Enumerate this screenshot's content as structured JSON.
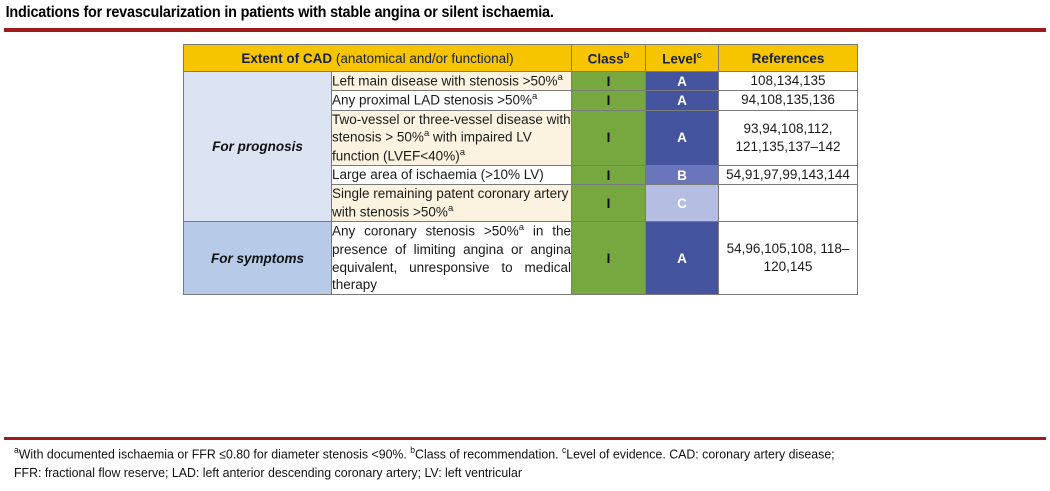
{
  "title": "Indications for revascularization in patients with stable angina or silent ischaemia.",
  "colors": {
    "rule": "#9E1B1B",
    "header_bg": "#F6C500",
    "header_text": "#17204D",
    "group_prognosis_bg": "#DCE3F3",
    "group_symptoms_bg": "#B7CBE8",
    "class_green": "#77A73F",
    "level_a": "#44549F",
    "level_b": "#6A75BC",
    "level_c": "#B6BDE2",
    "row_cream": "#FBF3DF",
    "row_white": "#FFFFFF"
  },
  "table": {
    "headers": {
      "extent_bold": "Extent of CAD",
      "extent_light": " (anatomical and/or functional)",
      "class": "Class",
      "class_sup": "b",
      "level": "Level",
      "level_sup": "c",
      "references": "References"
    },
    "groups": [
      {
        "label": "For prognosis",
        "rowspan": 5
      },
      {
        "label": "For symptoms",
        "rowspan": 1
      }
    ],
    "rows": [
      {
        "group": "For prognosis",
        "desc_parts": [
          {
            "t": "Left main disease with stenosis >50%"
          },
          {
            "t": "a",
            "sup": true
          }
        ],
        "desc_plain": "Left main disease with stenosis >50%a",
        "shade": "cream",
        "justify": true,
        "class": "I",
        "level": "A",
        "references": "108,134,135"
      },
      {
        "group": "For prognosis",
        "desc_parts": [
          {
            "t": "Any proximal LAD stenosis >50%"
          },
          {
            "t": "a",
            "sup": true
          }
        ],
        "desc_plain": "Any proximal LAD stenosis >50%a",
        "shade": "white",
        "justify": false,
        "class": "I",
        "level": "A",
        "references": "94,108,135,136"
      },
      {
        "group": "For prognosis",
        "desc_parts": [
          {
            "t": "Two-vessel or three-vessel disease with stenosis > 50%"
          },
          {
            "t": "a",
            "sup": true
          },
          {
            "t": " with impaired LV function (LVEF<40%)"
          },
          {
            "t": "a",
            "sup": true
          }
        ],
        "desc_plain": "Two-vessel or three-vessel disease with stenosis > 50%a with impaired LV function (LVEF<40%)a",
        "shade": "cream",
        "justify": false,
        "class": "I",
        "level": "A",
        "references": "93,94,108,112, 121,135,137–142"
      },
      {
        "group": "For prognosis",
        "desc_parts": [
          {
            "t": "Large area of ischaemia  (>10% LV)"
          }
        ],
        "desc_plain": "Large area of ischaemia  (>10% LV)",
        "shade": "white",
        "justify": false,
        "class": "I",
        "level": "B",
        "references": "54,91,97,99,143,144"
      },
      {
        "group": "For prognosis",
        "desc_parts": [
          {
            "t": "Single remaining patent coronary artery with stenosis >50%"
          },
          {
            "t": "a",
            "sup": true
          }
        ],
        "desc_plain": "Single remaining patent coronary artery with stenosis >50%a",
        "shade": "cream",
        "justify": false,
        "class": "I",
        "level": "C",
        "references": ""
      },
      {
        "group": "For symptoms",
        "desc_parts": [
          {
            "t": "Any coronary stenosis >50%"
          },
          {
            "t": "a",
            "sup": true
          },
          {
            "t": " in the presence of limiting angina or angina equivalent, unresponsive to medical therapy"
          }
        ],
        "desc_plain": "Any coronary stenosis >50%a in the presence of limiting angina or angina equivalent, unresponsive to medical therapy",
        "shade": "white",
        "justify": true,
        "class": "I",
        "level": "A",
        "references": "54,96,105,108, 118–120,145"
      }
    ]
  },
  "footnote": {
    "line1_sup_a": "a",
    "line1_part1": "With documented ischaemia or FFR ≤0.80 for diameter stenosis <90%. ",
    "line1_sup_b": "b",
    "line1_part2": "Class of recommendation. ",
    "line1_sup_c": "c",
    "line1_part3": "Level of evidence. CAD: coronary artery disease;",
    "line2": "FFR: fractional flow reserve; LAD: left anterior descending coronary artery; LV: left ventricular"
  }
}
